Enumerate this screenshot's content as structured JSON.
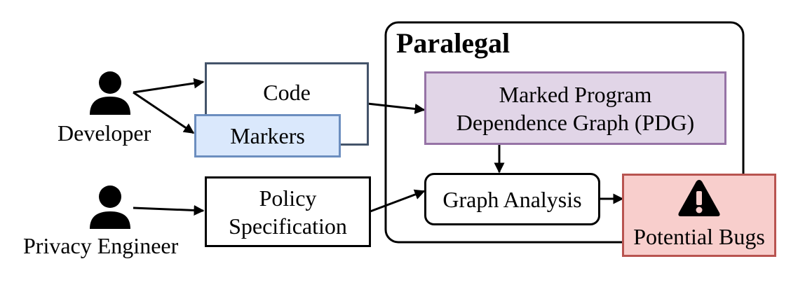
{
  "system": {
    "title": "Paralegal"
  },
  "actors": {
    "developer": "Developer",
    "privacy_engineer": "Privacy Engineer"
  },
  "inputs": {
    "code": "Code",
    "markers": "Markers",
    "policy_line1": "Policy",
    "policy_line2": "Specification"
  },
  "pipeline": {
    "pdg_line1": "Marked Program",
    "pdg_line2": "Dependence Graph (PDG)",
    "analysis": "Graph Analysis"
  },
  "output": {
    "bugs": "Potential Bugs"
  },
  "icons": {
    "person": "person-icon",
    "warning": "warning-triangle-icon"
  },
  "colors": {
    "code_border": "#44546a",
    "markers_fill": "#dae8fc",
    "markers_border": "#6c8ebf",
    "pdg_fill": "#e1d5e7",
    "pdg_border": "#9673a6",
    "bugs_fill": "#f8cecc",
    "bugs_border": "#b85450"
  }
}
